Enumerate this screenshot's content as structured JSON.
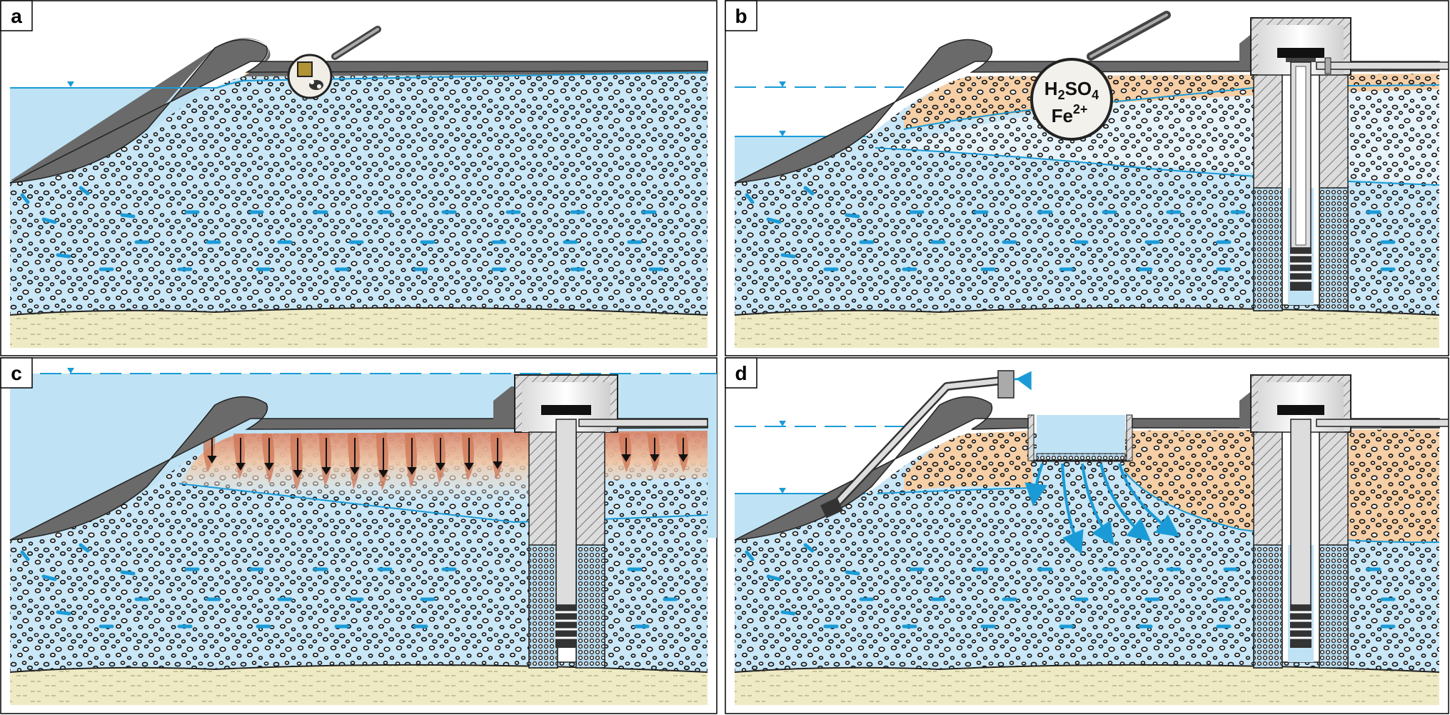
{
  "panels": [
    {
      "id": "a",
      "label": "a"
    },
    {
      "id": "b",
      "label": "b",
      "magnifier": {
        "line1": "H",
        "sub1": "2",
        "line1b": "SO",
        "sub1b": "4",
        "line2": "Fe",
        "sup2": "2+"
      }
    },
    {
      "id": "c",
      "label": "c"
    },
    {
      "id": "d",
      "label": "d"
    }
  ],
  "colors": {
    "water": "#bfe3f5",
    "aquifer": "#c9e7f7",
    "oxidized_zone": "#f6cfa6",
    "acid_zone": "#d98a6e",
    "bedrock": "#eeeac4",
    "dam": "#6a6a6a",
    "water_line": "#1a9bd7",
    "border": "#000000"
  }
}
